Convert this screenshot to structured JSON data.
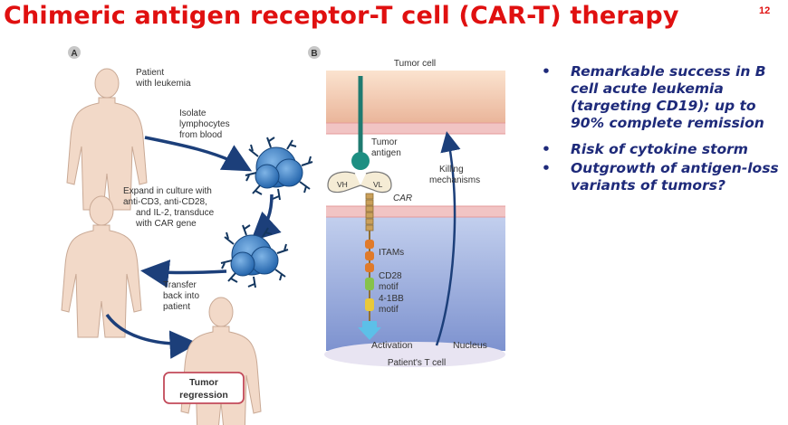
{
  "title": "Chimeric antigen receptor-T cell (CAR-T) therapy",
  "citation": "12",
  "panel_a": {
    "label": "A",
    "patient": [
      "Patient",
      "with leukemia"
    ],
    "isolate": [
      "Isolate",
      "lymphocytes",
      "from blood"
    ],
    "expand": [
      "Expand in culture with",
      "anti-CD3, anti-CD28,",
      "and IL-2, transduce",
      "with CAR gene"
    ],
    "transfer": [
      "Transfer",
      "back into",
      "patient"
    ],
    "regression": [
      "Tumor",
      "regression"
    ]
  },
  "panel_b": {
    "label": "B",
    "tumor_cell": "Tumor cell",
    "tumor_antigen": [
      "Tumor",
      "antigen"
    ],
    "killing": [
      "Killing",
      "mechanisms"
    ],
    "vh": "VH",
    "vl": "VL",
    "car": "CAR",
    "itams": "ITAMs",
    "cd28": [
      "CD28",
      "motif"
    ],
    "bb": [
      "4-1BB",
      "motif"
    ],
    "activation": "Activation",
    "nucleus": "Nucleus",
    "t_cell": "Patient's T cell"
  },
  "bullets": [
    "Remarkable success in B cell acute leukemia (targeting CD19); up to 90% complete remission",
    "Risk of cytokine storm",
    "Outgrowth of antigen-loss variants of tumors?"
  ],
  "colors": {
    "title": "#e01010",
    "bullet_text": "#1e2a7a",
    "arrow": "#1c3f7a",
    "body": "#f1d8c7"
  }
}
